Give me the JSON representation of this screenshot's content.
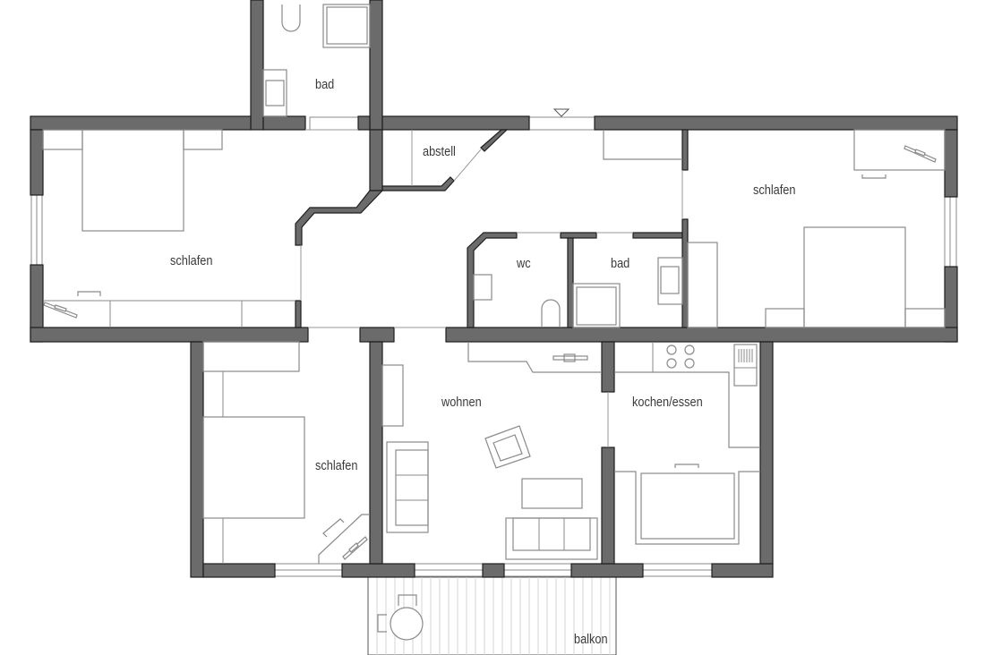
{
  "plan": {
    "type": "apartment floor plan",
    "colors": {
      "wall_fill": "#6b6b6b",
      "wall_outline": "#1e1e1e",
      "furniture_line": "#8a8a8a",
      "background": "#ffffff"
    },
    "entrance_marker": "triangle-down",
    "rooms": [
      {
        "id": "bad_top",
        "label": "bad"
      },
      {
        "id": "schlafen_left",
        "label": "schlafen"
      },
      {
        "id": "abstell",
        "label": "abstell"
      },
      {
        "id": "schlafen_right",
        "label": "schlafen"
      },
      {
        "id": "wc",
        "label": "wc"
      },
      {
        "id": "bad_mid",
        "label": "bad"
      },
      {
        "id": "schlafen_bottom",
        "label": "schlafen"
      },
      {
        "id": "wohnen",
        "label": "wohnen"
      },
      {
        "id": "kochen_essen",
        "label": "kochen/essen"
      },
      {
        "id": "balkon",
        "label": "balkon"
      }
    ]
  }
}
